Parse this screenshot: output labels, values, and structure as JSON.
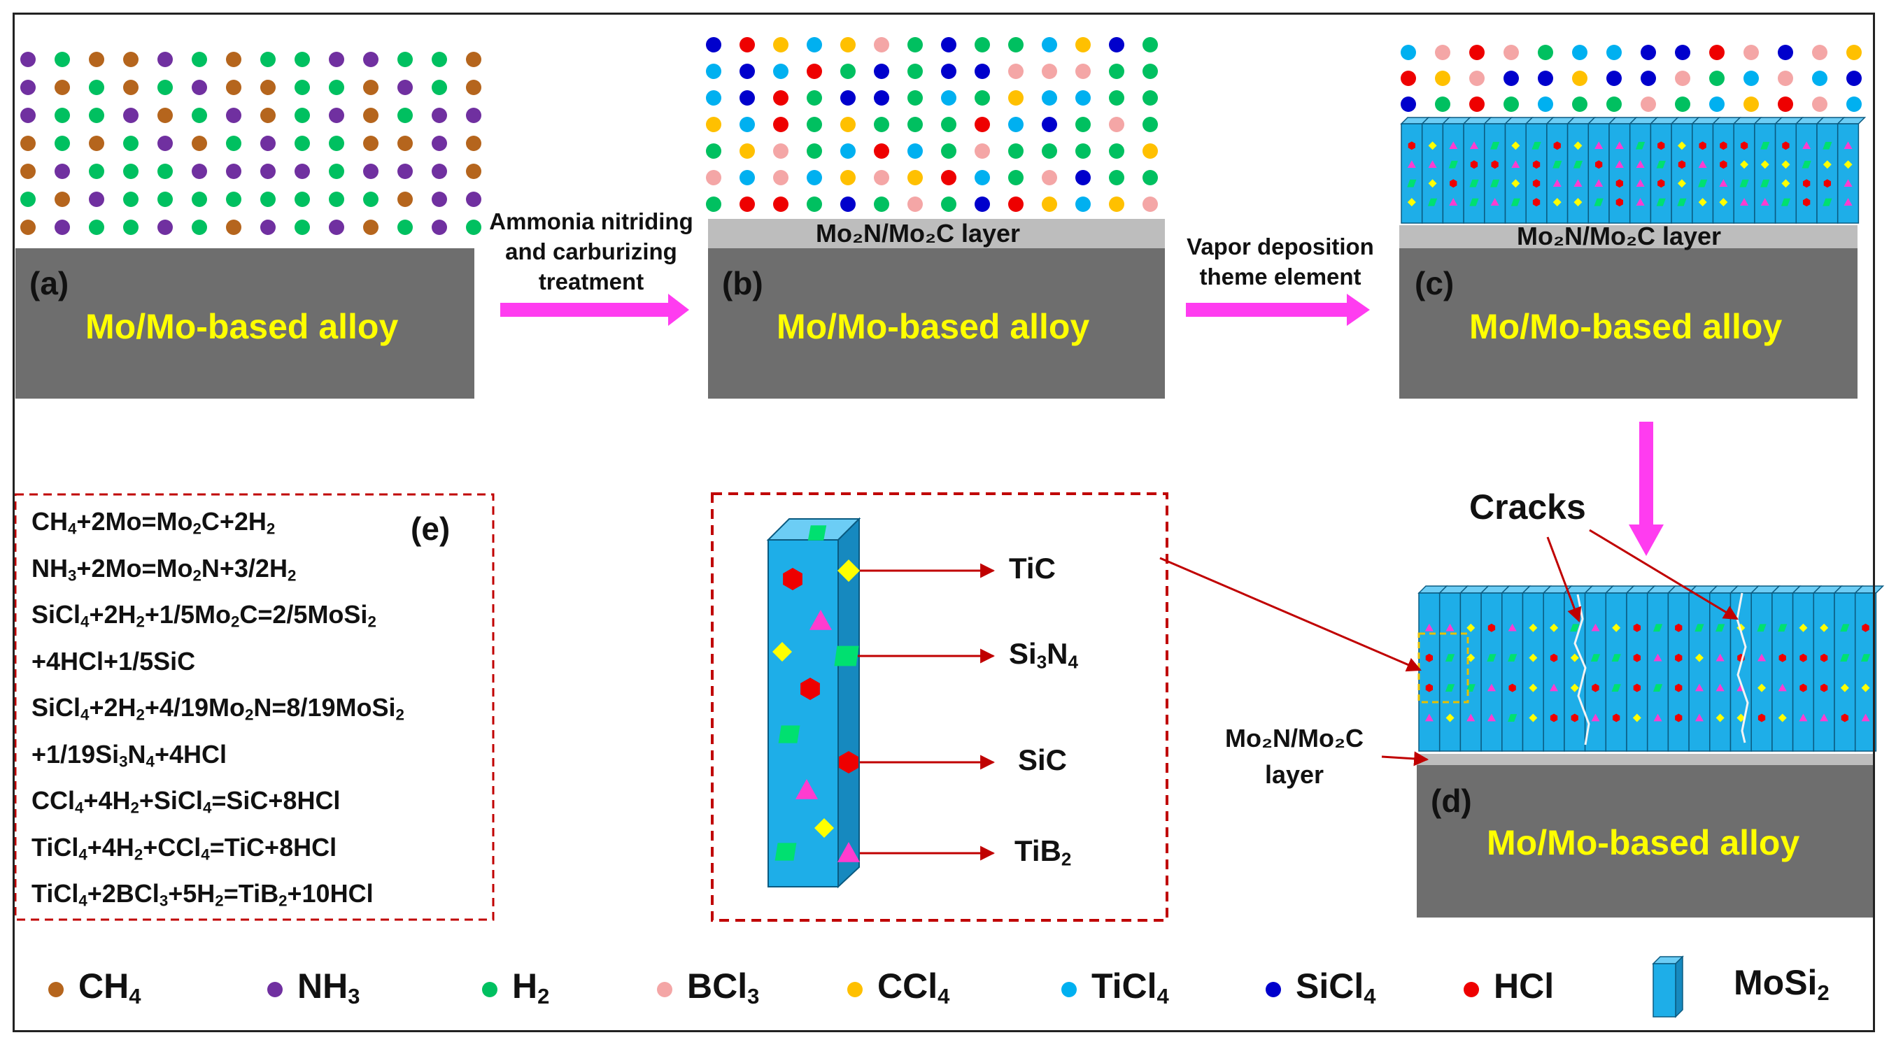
{
  "panels": {
    "a": {
      "label": "(a)",
      "substrate": "Mo/Mo-based alloy"
    },
    "b": {
      "label": "(b)",
      "substrate": "Mo/Mo-based alloy",
      "layer": "Mo₂N/Mo₂C layer"
    },
    "c": {
      "label": "(c)",
      "substrate": "Mo/Mo-based alloy",
      "layer": "Mo₂N/Mo₂C layer"
    },
    "d": {
      "label": "(d)",
      "substrate": "Mo/Mo-based alloy",
      "layer_line1": "Mo₂N/Mo₂C",
      "layer_line2": "layer",
      "cracks": "Cracks"
    },
    "e": {
      "label": "(e)"
    }
  },
  "steps": {
    "ab_line1": "Ammonia nitriding",
    "ab_line2": "and carburizing",
    "ab_line3": "treatment",
    "bc_line1": "Vapor deposition",
    "bc_line2": "theme element"
  },
  "equations": [
    "CH₄+2Mo=Mo₂C+2H₂",
    "NH₃+2Mo=Mo₂N+3/2H₂",
    "SiCl₄+2H₂+1/5Mo₂C=2/5MoSi₂",
    "+4HCl+1/5SiC",
    "SiCl₄+2H₂+4/19Mo₂N=8/19MoSi₂",
    "+1/19Si₃N₄+4HCl",
    "CCl₄+4H₂+SiCl₄=SiC+8HCl",
    "TiCl₄+4H₂+CCl₄=TiC+8HCl",
    "TiCl₄+2BCl₃+5H₂=TiB₂+10HCl"
  ],
  "products": [
    "TiC",
    "Si₃N₄",
    "SiC",
    "TiB₂"
  ],
  "legend": [
    {
      "label": "CH₄",
      "color": "#b5651d"
    },
    {
      "label": "NH₃",
      "color": "#7030a0"
    },
    {
      "label": "H₂",
      "color": "#00c060"
    },
    {
      "label": "BCl₃",
      "color": "#f4a6a6"
    },
    {
      "label": "CCl₄",
      "color": "#ffc000"
    },
    {
      "label": "TiCl₄",
      "color": "#00b0f0"
    },
    {
      "label": "SiCl₄",
      "color": "#0000cc"
    },
    {
      "label": "HCl",
      "color": "#ee0000"
    },
    {
      "label": "MoSi₂",
      "color": "#1eaee8"
    }
  ],
  "colors": {
    "substrate": "#6e6e6e",
    "interlayer": "#bdbdbd",
    "mosi2": "#1eaee8",
    "arrow": "#ff3cf0",
    "callout": "#c00000",
    "tic_marker": "#ffff00",
    "si3n4_marker": "#00e070",
    "sic_marker": "#ee0000",
    "tib2_marker": "#ff3ccf"
  }
}
